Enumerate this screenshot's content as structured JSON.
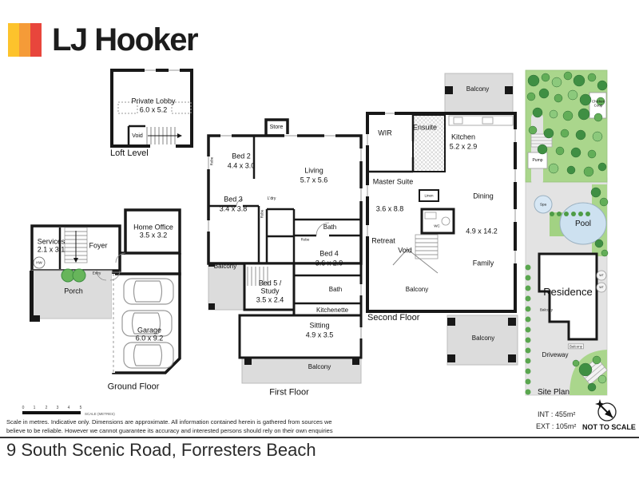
{
  "brand": {
    "name": "LJ Hooker",
    "stripe_yellow": "#FDC32C",
    "stripe_orange": "#F59B38",
    "stripe_red": "#E8463C"
  },
  "shared": {
    "robe": "Robe",
    "bath": "Bath",
    "balcony": "Balcony"
  },
  "loft": {
    "title": "Loft Level",
    "private_lobby": "Private Lobby",
    "private_lobby_dims": "6.0 x 5.2",
    "void": "Void"
  },
  "ground": {
    "title": "Ground Floor",
    "services": "Services",
    "services_dims": "2.1 x 3.1",
    "hw": "HW",
    "foyer": "Foyer",
    "home_office": "Home Office",
    "home_office_dims": "3.5 x 3.2",
    "porch": "Porch",
    "entry": "Entry",
    "garage": "Garage",
    "garage_dims": "6.0 x 9.2"
  },
  "first": {
    "title": "First Floor",
    "store": "Store",
    "bed2": "Bed 2",
    "bed2_dims": "4.4 x 3.0",
    "living": "Living",
    "living_dims": "5.7 x 5.6",
    "bed3": "Bed 3",
    "bed3_dims": "3.4 x 3.8",
    "ldry": "L'dry",
    "bed4": "Bed 4",
    "bed4_dims": "3.6 x 2.9",
    "bed5_line1": "Bed 5 /",
    "bed5_line2": "Study",
    "bed5_dims": "3.5 x 2.4",
    "kitchenette": "Kitchenette",
    "sitting": "Sitting",
    "sitting_dims": "4.9 x 3.5"
  },
  "second": {
    "title": "Second Floor",
    "wir": "WIR",
    "ensuite": "Ensuite",
    "kitchen": "Kitchen",
    "kitchen_dims": "5.2 x 2.9",
    "master": "Master Suite",
    "master_dims": "3.6 x 8.8",
    "dining": "Dining",
    "dining_dims": "4.9 x 14.2",
    "family": "Family",
    "retreat": "Retreat",
    "void": "Void",
    "linen": "Linen",
    "wc": "WC"
  },
  "site": {
    "title": "Site Plan",
    "chicken_coop": "Chicken Coop",
    "pump": "Pump",
    "spa": "Spa",
    "pool": "Pool",
    "residence": "Residence",
    "driveway": "Driveway",
    "wt": "WT",
    "balcony": "Balcony"
  },
  "scalebar": {
    "ticks": [
      "0",
      "1",
      "2",
      "3",
      "4",
      "5"
    ],
    "caption": "SCALE (METRES)"
  },
  "disclaimer": {
    "line1": "Scale in metres. Indicative only. Dimensions are approximate. All information contained herein is gathered from sources we",
    "line2": "believe to be reliable. However we cannot guarantee its accuracy and interested persons should rely on their own enquiries"
  },
  "address": "9 South Scenic Road, Forresters Beach",
  "areas": {
    "int": "INT : 455m²",
    "ext": "EXT : 105m²",
    "scale_note": "NOT TO SCALE"
  },
  "palette": {
    "wall": "#181818",
    "balcony_fill": "#dcdcdc",
    "lawn": "#aad68c",
    "pool": "#cde1f0",
    "paving": "#e3e3e3"
  }
}
